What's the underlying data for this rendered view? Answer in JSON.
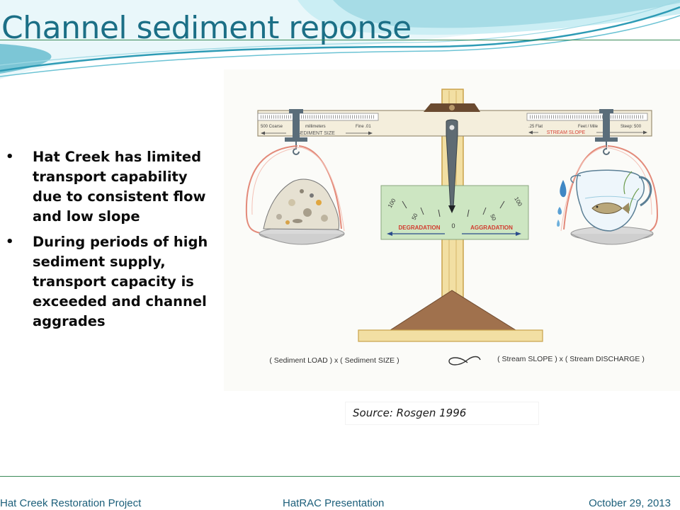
{
  "slide": {
    "title": "Channel sediment reponse",
    "accent_colors": {
      "title": "#1b6f86",
      "rule": "#3a8a57",
      "wave_light": "#a6dce6",
      "wave_dark": "#2e9bb5"
    }
  },
  "bullets": [
    "Hat Creek has limited transport capability due to consistent flow and low slope",
    "During periods of high sediment supply, transport capacity is exceeded and channel aggrades"
  ],
  "figure": {
    "left_scale": {
      "left_label": "500 Coarse",
      "center_label": "millimeters",
      "right_label": "Fine .01",
      "name": "SEDIMENT SIZE"
    },
    "right_scale": {
      "left_label": ".25 Flat",
      "center_label": "Feet / Mile",
      "right_label": "Steep: 500",
      "name": "STREAM SLOPE"
    },
    "gauge": {
      "ticks": [
        "100",
        "50",
        "0",
        "50",
        "100"
      ],
      "left_label": "DEGRADATION",
      "right_label": "AGGRADATION"
    },
    "equation": {
      "left": "( Sediment LOAD )  x  ( Sediment SIZE )",
      "right": "( Stream SLOPE )  x  ( Stream DISCHARGE )"
    },
    "icons": [
      "sediment-pile-icon",
      "water-pitcher-icon",
      "fish-icon",
      "proportional-symbol-icon"
    ]
  },
  "source": "Source:  Rosgen 1996",
  "footer": {
    "left": "Hat Creek Restoration Project",
    "center": "HatRAC Presentation",
    "right": "October 29, 2013"
  }
}
